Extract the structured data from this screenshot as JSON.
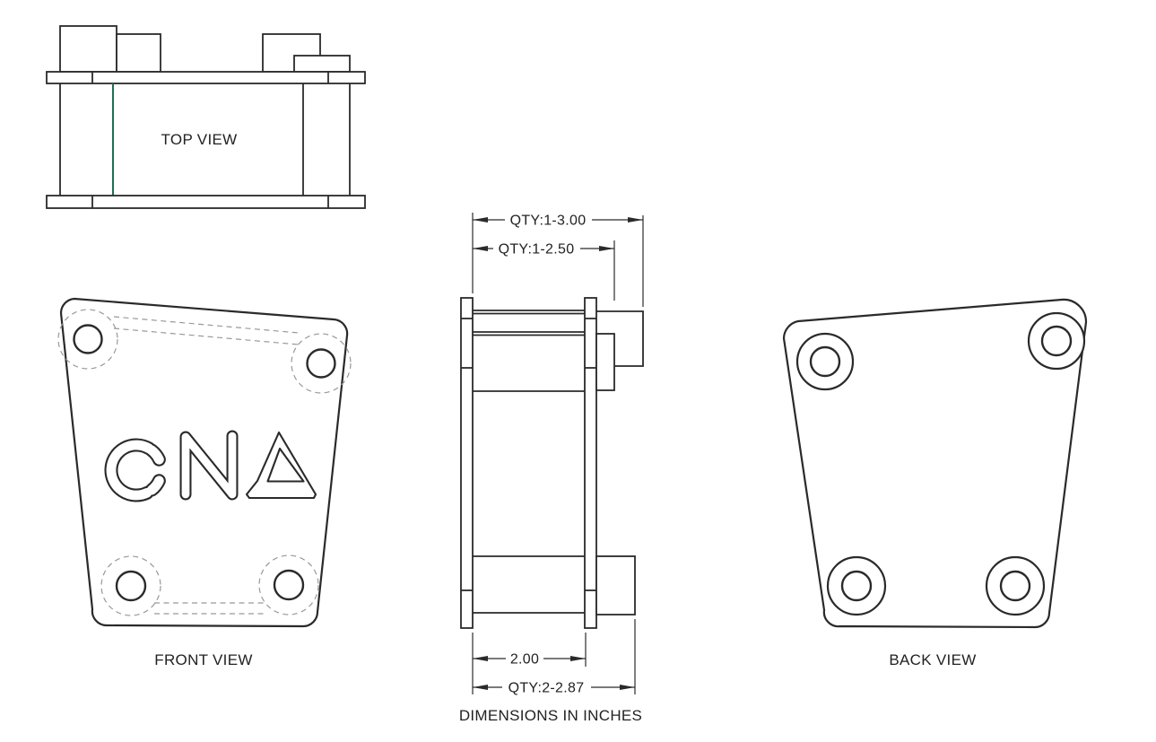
{
  "title": "CNA bracket multi-view technical drawing",
  "views": {
    "top": {
      "label": "TOP VIEW"
    },
    "front": {
      "label": "FRONT VIEW",
      "logo_text": "CNA"
    },
    "back": {
      "label": "BACK VIEW"
    },
    "side": {
      "dim_outer": "QTY:1-3.00",
      "dim_inner": "QTY:1-2.50",
      "dim_spacing": "2.00",
      "dim_overall": "QTY:2-2.87",
      "note": "DIMENSIONS IN INCHES"
    }
  },
  "colors": {
    "line": "#2a2a2a",
    "hidden_line": "#999999",
    "accent_green": "#1f6f53",
    "text": "#222222",
    "background": "#ffffff"
  }
}
